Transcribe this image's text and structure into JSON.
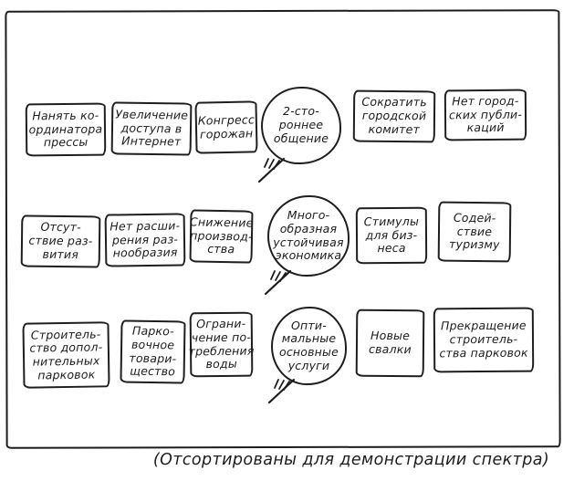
{
  "colors": {
    "ink": "#1c1c1c",
    "paper": "#ffffff"
  },
  "diagram": {
    "rows": [
      {
        "notes_left": [
          "Нанять ко-\nординатора\nпрессы",
          "Увеличение\nдоступа в\nИнтернет",
          "Конгресс\nгорожан"
        ],
        "bubble": "2-сто-\nроннее\nобщение",
        "notes_right": [
          "Сократить\nгородской\nкомитет",
          "Нет город-\nских публи-\nкаций"
        ]
      },
      {
        "notes_left": [
          "Отсут-\nствие раз-\nвития",
          "Нет расши-\nрения раз-\nнообразия",
          "Снижение\nпроизвод-\nства"
        ],
        "bubble": "Много-\nобразная\nустойчивая\nэкономика",
        "notes_right": [
          "Стимулы\nдля биз-\nнеса",
          "Содей-\nствие\nтуризму"
        ]
      },
      {
        "notes_left": [
          "Строитель-\nство допол-\nнительных\nпарковок",
          "Парко-\nвочное\nтовари-\nщество",
          "Ограни-\nчение по-\nтребления\nводы"
        ],
        "bubble": "Опти-\nмальные\nосновные\nуслуги",
        "notes_right": [
          "Новые\nсвалки",
          "Прекращение\nстроитель-\nства парковок"
        ]
      }
    ],
    "caption": "(Отсортированы для демонстрации спектра)"
  }
}
